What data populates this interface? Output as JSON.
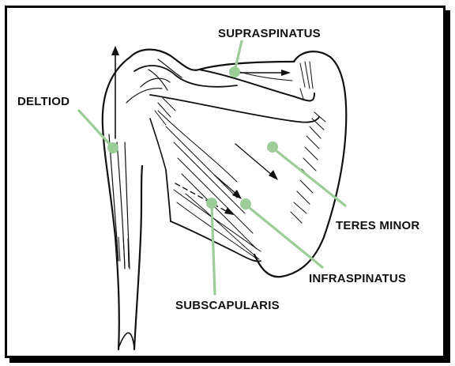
{
  "figure": {
    "labels": {
      "supraspinatus": "SUPRASPINATUS",
      "deltoid": "DELTIOD",
      "teres_minor": "TERES MINOR",
      "infraspinatus": "INFRASPINATUS",
      "subscapularis": "SUBSCAPULARIS"
    },
    "colors": {
      "leader": "#9ccc98",
      "ink": "#111111",
      "frame": "#000000",
      "background": "#ffffff"
    }
  }
}
